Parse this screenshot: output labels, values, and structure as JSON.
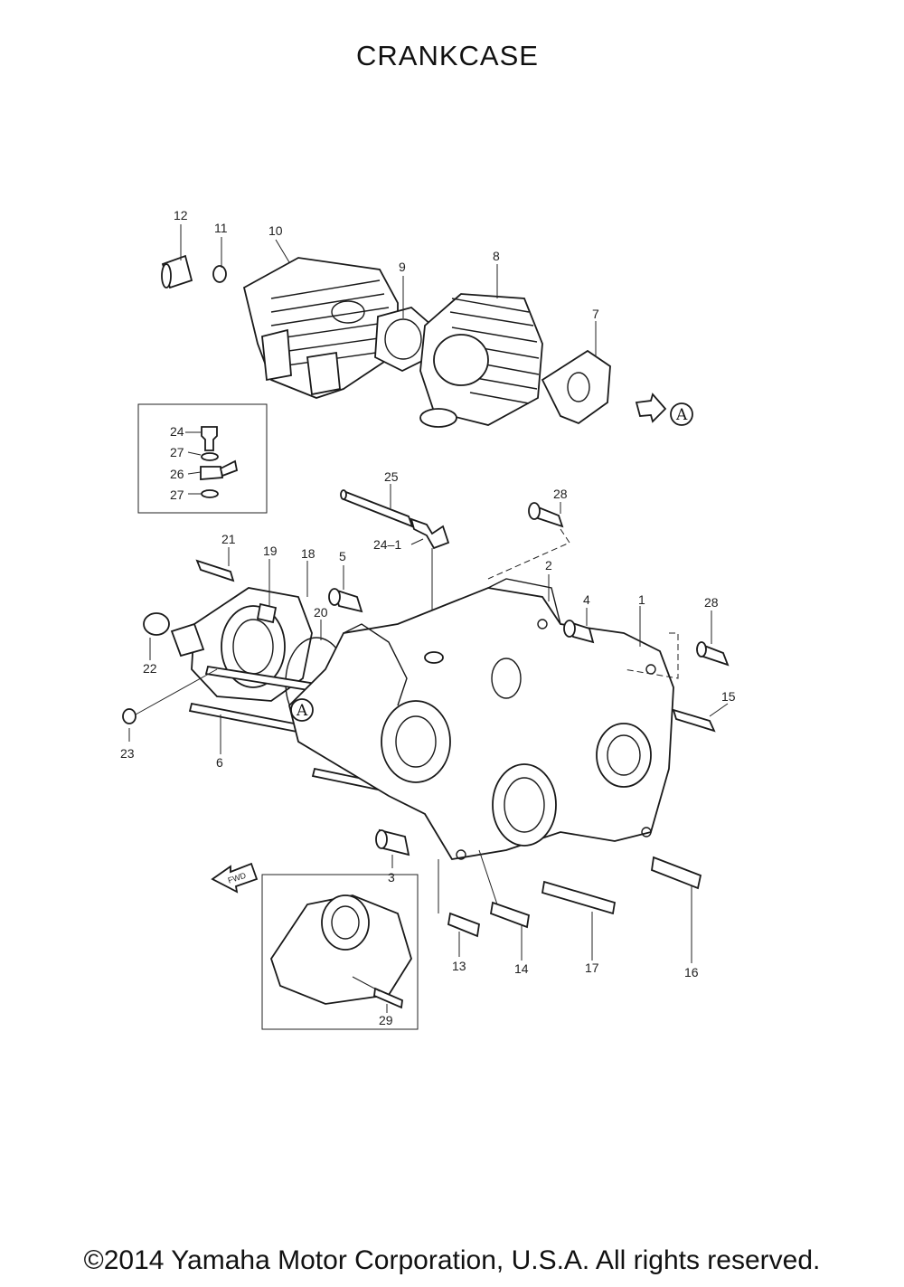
{
  "title": "CRANKCASE",
  "copyright": "©2014 Yamaha Motor Corporation, U.S.A. All rights reserved.",
  "reference_mark": "A",
  "fwd_mark": "FWD",
  "callouts": {
    "c1": "1",
    "c2": "2",
    "c3": "3",
    "c4": "4",
    "c5": "5",
    "c6": "6",
    "c7": "7",
    "c8": "8",
    "c9": "9",
    "c10": "10",
    "c11": "11",
    "c12": "12",
    "c13": "13",
    "c14": "14",
    "c15": "15",
    "c16": "16",
    "c17": "17",
    "c18": "18",
    "c19": "19",
    "c20": "20",
    "c21": "21",
    "c22": "22",
    "c23": "23",
    "c24": "24",
    "c24_1": "24–1",
    "c25": "25",
    "c26": "26",
    "c27a": "27",
    "c27b": "27",
    "c28a": "28",
    "c28b": "28",
    "c29": "29"
  }
}
